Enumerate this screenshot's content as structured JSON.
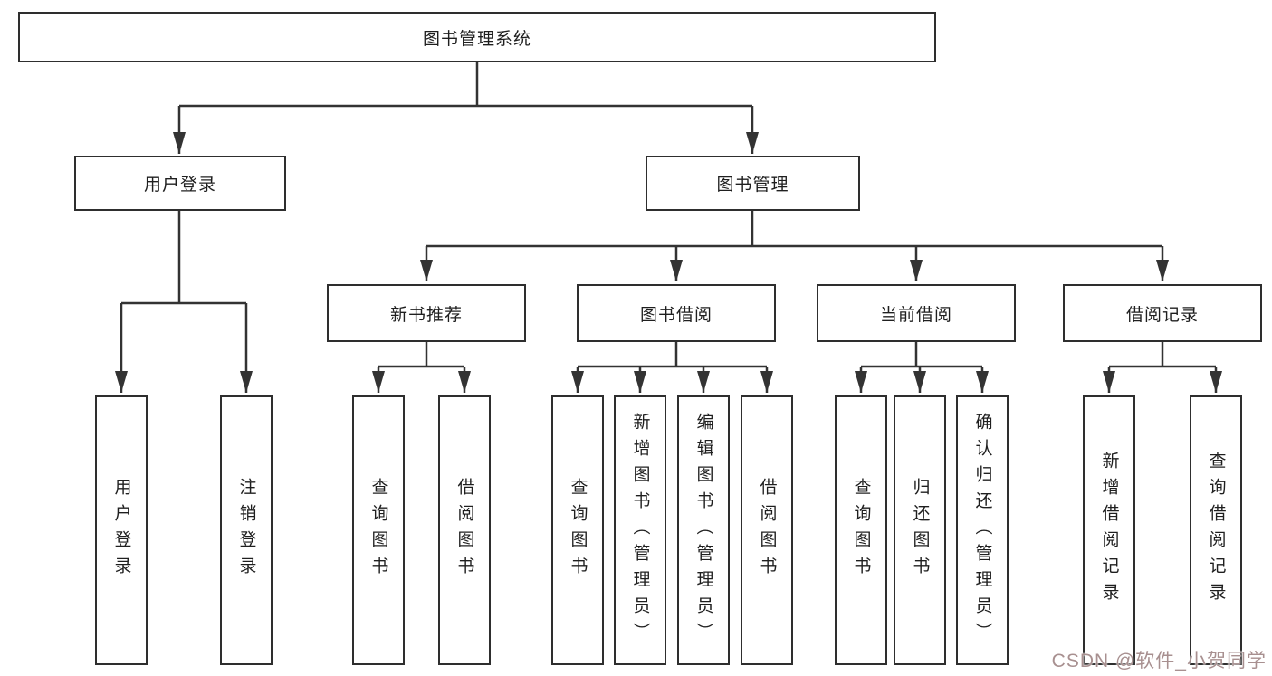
{
  "diagram": {
    "title": "图书管理系统",
    "nodes": {
      "root": "图书管理系统",
      "user_login": "用户登录",
      "book_management": "图书管理",
      "new_book_recommend": "新书推荐",
      "book_borrow": "图书借阅",
      "current_borrow": "当前借阅",
      "borrow_records": "借阅记录",
      "leaf_user_login": "用户登录",
      "leaf_logout": "注销登录",
      "rec_query_books": "查询图书",
      "rec_borrow_books": "借阅图书",
      "bb_query_books": "查询图书",
      "bb_add_books_admin": "新增图书（管理员）",
      "bb_edit_books_admin": "编辑图书（管理员）",
      "bb_borrow_books": "借阅图书",
      "cb_query_books": "查询图书",
      "cb_return_books": "归还图书",
      "cb_confirm_return_admin": "确认归还（管理员）",
      "br_add_record": "新增借阅记录",
      "br_query_record": "查询借阅记录"
    },
    "hierarchy": {
      "图书管理系统": [
        "用户登录",
        "图书管理"
      ],
      "用户登录": [
        "用户登录",
        "注销登录"
      ],
      "图书管理": [
        "新书推荐",
        "图书借阅",
        "当前借阅",
        "借阅记录"
      ],
      "新书推荐": [
        "查询图书",
        "借阅图书"
      ],
      "图书借阅": [
        "查询图书",
        "新增图书（管理员）",
        "编辑图书（管理员）",
        "借阅图书"
      ],
      "当前借阅": [
        "查询图书",
        "归还图书",
        "确认归还（管理员）"
      ],
      "借阅记录": [
        "新增借阅记录",
        "查询借阅记录"
      ]
    },
    "colors": {
      "line": "#333333",
      "box_border": "#2e2e2e",
      "box_fill": "#ffffff",
      "text": "#1f1f1f",
      "background": "#ffffff",
      "watermark": "#a89090"
    }
  },
  "watermark": {
    "text": "CSDN @软件_小贺同学"
  }
}
